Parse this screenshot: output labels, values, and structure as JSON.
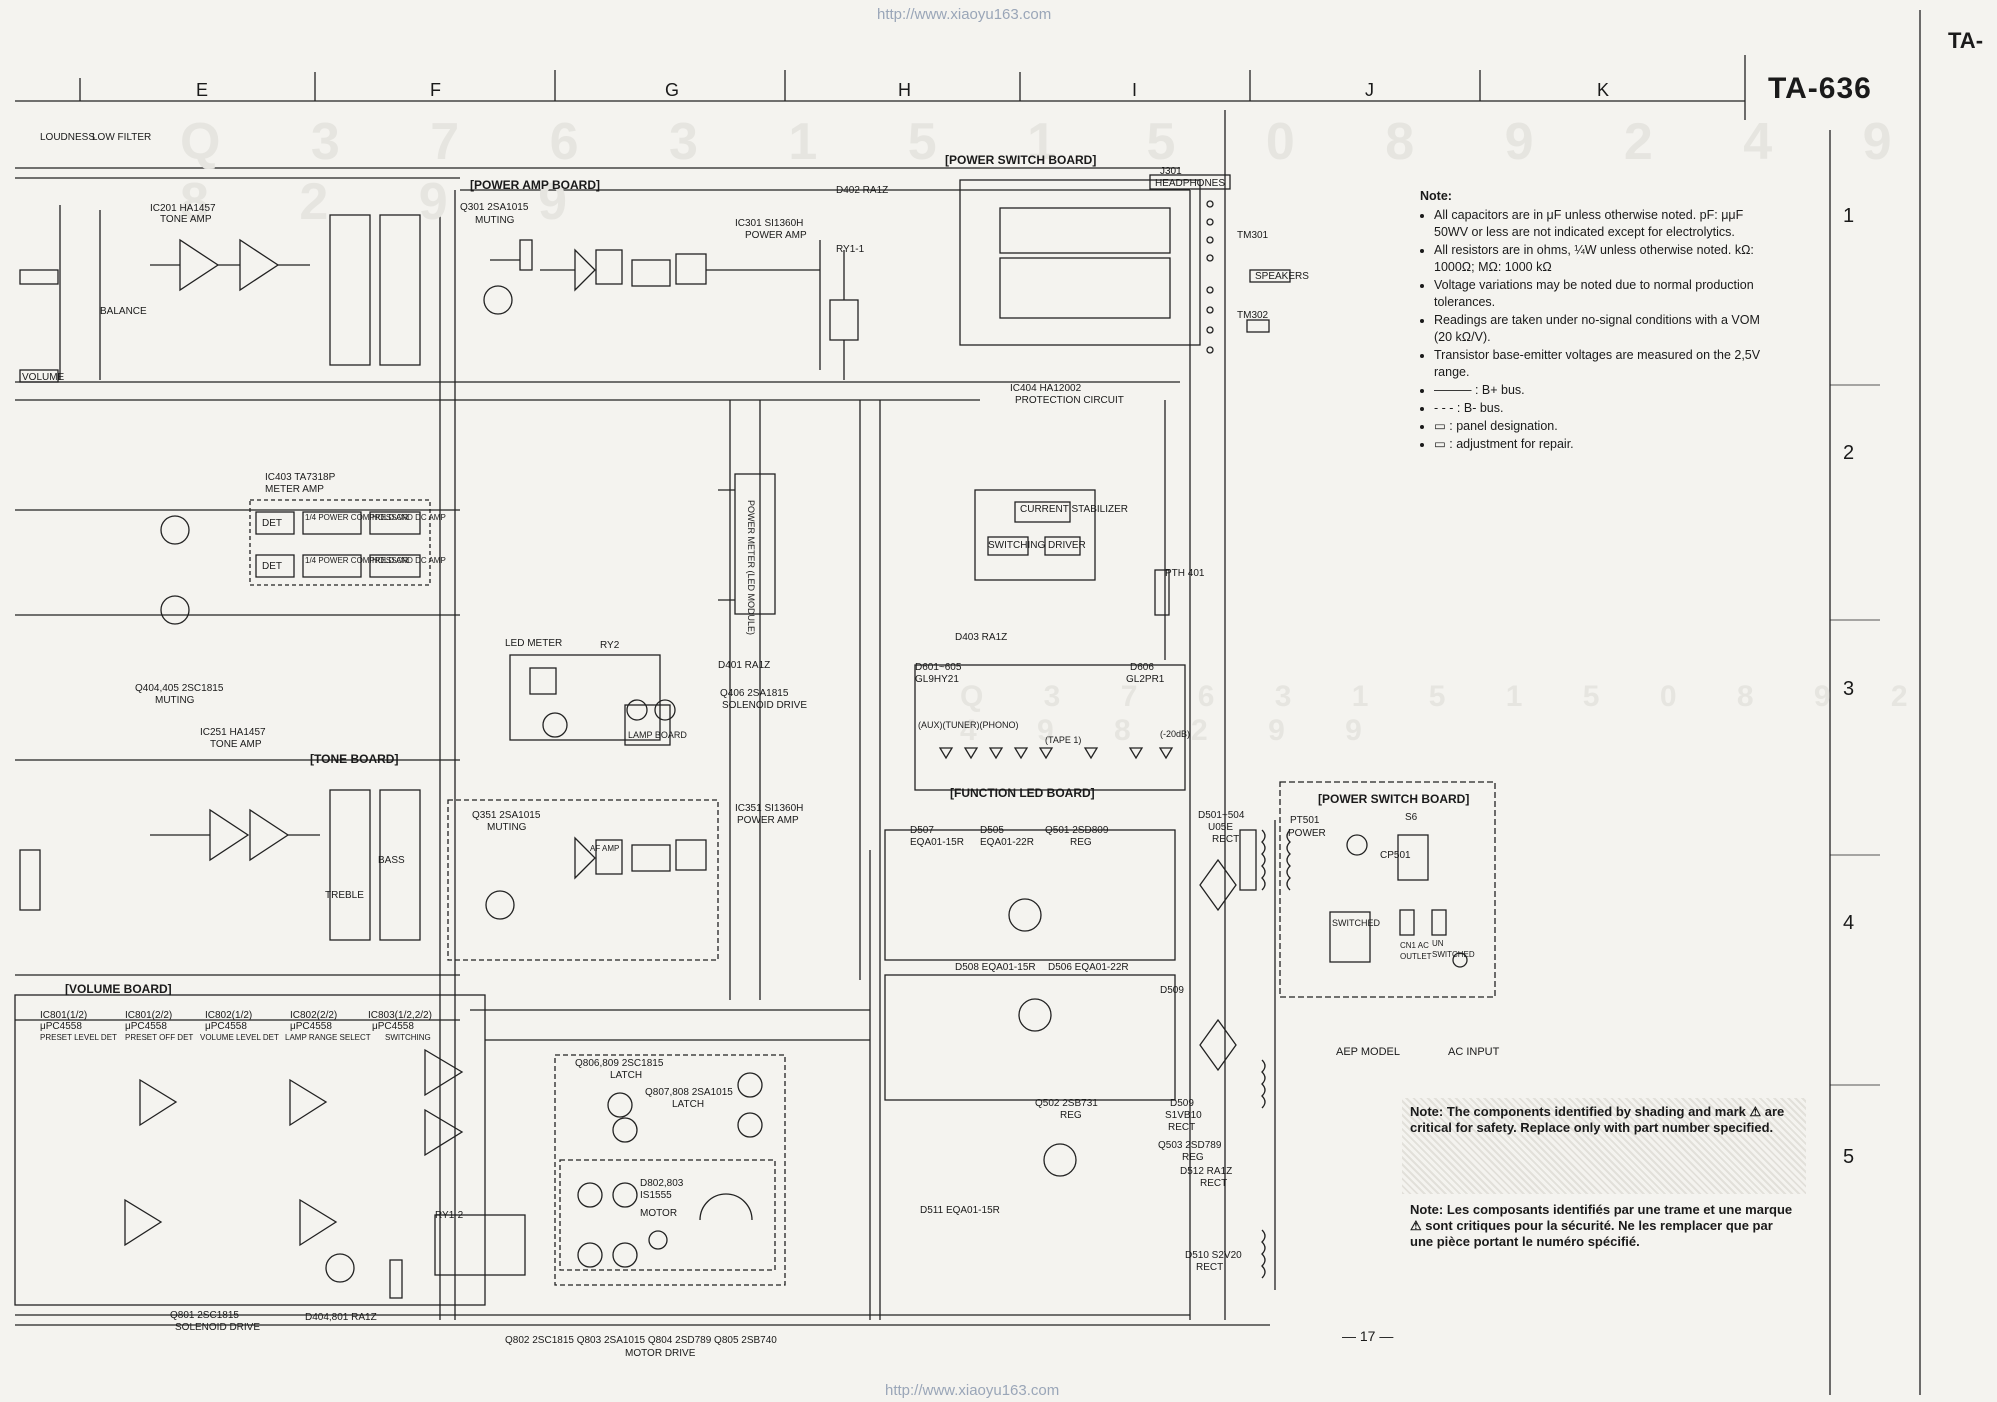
{
  "watermark": {
    "url": "http://www.xiaoyu163.com",
    "digits_row": "Q 3 7 6 3 1 5 1 5 0   8 9 2 4 9 8 2 9 9"
  },
  "header": {
    "model": "TA-636",
    "corner_tag": "TA-",
    "columns": [
      "E",
      "F",
      "G",
      "H",
      "I",
      "J",
      "K"
    ],
    "rows": [
      "1",
      "2",
      "3",
      "4",
      "5"
    ]
  },
  "boards": {
    "power_amp": "[POWER AMP BOARD]",
    "power_switch": "[POWER SWITCH BOARD]",
    "tone": "[TONE BOARD]",
    "volume": "[VOLUME BOARD]",
    "function_led": "[FUNCTION LED BOARD]",
    "power_switch_2": "[POWER SWITCH BOARD]"
  },
  "components": {
    "ic201": "IC201 HA1457",
    "tone_amp": "TONE AMP",
    "q301": "Q301 2SA1015",
    "muting": "MUTING",
    "ic301": "IC301 SI1360H",
    "power_amp": "POWER AMP",
    "d402": "D402 RA1Z",
    "ic403": "IC403 TA7318P",
    "meter_amp": "METER AMP",
    "ic404": "IC404 HA12002",
    "protection": "PROTECTION CIRCUIT",
    "d403": "D403 RA1Z",
    "q404": "Q404,405 2SC1815",
    "d401": "D401 RA1Z",
    "q406": "Q406 2SA1815",
    "solenoid": "SOLENOID DRIVE",
    "d601": "D601~605",
    "gl9hy21": "GL9HY21",
    "d606": "D606",
    "gl2pr1": "GL2PR1",
    "ic251": "IC251 HA1457",
    "q351": "Q351 2SA1015",
    "ic351": "IC351 SI1360H",
    "d507": "D507",
    "eqa01_15r": "EQA01-15R",
    "d505": "D505",
    "eqa01_22r": "EQA01-22R",
    "q501": "Q501 2SD809",
    "reg": "REG",
    "d501": "D501~504",
    "u05e": "U05E",
    "rect": "RECT",
    "d508": "D508 EQA01-15R",
    "d506": "D506 EQA01-22R",
    "q502": "Q502 2SB731",
    "d509": "D509",
    "s1vb10": "S1VB10",
    "q503": "Q503 2SD789",
    "d512": "D512 RA1Z",
    "d511": "D511 EQA01-15R",
    "d510": "D510 S2V20",
    "ic801_1": "IC801(1/2)",
    "upc4558": "μPC4558",
    "preset": "PRESET LEVEL DET",
    "ic801_2": "IC801(2/2)",
    "preset_off": "PRESET OFF DET",
    "ic802_1": "IC802(1/2)",
    "vol_det": "VOLUME LEVEL DET",
    "ic802_2": "IC802(2/2)",
    "lamp": "LAMP RANGE SELECT",
    "ic803": "IC803(1/2,2/2)",
    "switching": "SWITCHING",
    "q806": "Q806,809 2SC1815",
    "latch": "LATCH",
    "q807": "Q807,808 2SA1015",
    "d802": "D802,803",
    "is1555": "IS1555",
    "motor": "MOTOR",
    "q801": "Q801 2SC1815",
    "d404": "D404,801 RA1Z",
    "q802": "Q802 2SC1815  Q803 2SA1015  Q804 2SD789  Q805 2SB740",
    "motor_drive": "MOTOR DRIVE",
    "pt501": "PT501",
    "power": "POWER",
    "s6": "S6",
    "cp501": "CP501",
    "j301": "J301",
    "headphones": "HEADPHONES",
    "tm301": "TM301",
    "tm302": "TM302",
    "speakers": "SPEAKERS",
    "loudness": "LOUDNESS",
    "low_filter": "LOW FILTER",
    "balance": "BALANCE",
    "volume": "VOLUME",
    "treble": "TREBLE",
    "bass": "BASS",
    "switched": "SWITCHED",
    "unswitched": "UN SWITCHED",
    "ac_outlet": "CN1 AC OUTLET",
    "lamp_board": "LAMP BOARD",
    "led_meter": "LED METER",
    "power_meter": "POWER METER (LED MODULE)",
    "ry1": "RY1-1",
    "ry2": "RY2",
    "ry12": "RY1-2",
    "pth": "PTH 401",
    "det": "DET",
    "compressor": "1/4 POWER COMPRESSOR",
    "hold": "HOLD AND DC AMP",
    "current": "CURRENT STABILIZER",
    "switch_blk": "SWITCHING",
    "driver": "DRIVER",
    "af_amp": "AF AMP",
    "aux": "(AUX)(TUNER)(PHONO)",
    "tape": "(TAPE 1)",
    "minus20": "(-20dB)"
  },
  "notes": {
    "heading": "Note:",
    "items": [
      "All capacitors are in μF unless otherwise noted. pF: μμF 50WV or less are not indicated except for electrolytics.",
      "All resistors are in ohms, ¼W unless otherwise noted. kΩ: 1000Ω; MΩ: 1000 kΩ",
      "Voltage variations may be noted due to normal production tolerances.",
      "Readings are taken under no-signal conditions with a VOM (20 kΩ/V).",
      "Transistor base-emitter voltages are measured on the 2,5V range.",
      "——— : B+ bus.",
      "- - - : B- bus.",
      "▭ : panel designation.",
      "▭ : adjustment for repair."
    ]
  },
  "safety": {
    "en": "Note: The components identified by shading and mark ⚠ are critical for safety. Replace only with part number specified.",
    "fr": "Note: Les composants identifiés par une trame et une marque ⚠ sont critiques pour la sécurité. Ne les remplacer que par une pièce portant le numéro spécifié."
  },
  "footer": {
    "page": "— 17 —",
    "aep_model": "AEP MODEL",
    "ac_input": "AC INPUT"
  }
}
